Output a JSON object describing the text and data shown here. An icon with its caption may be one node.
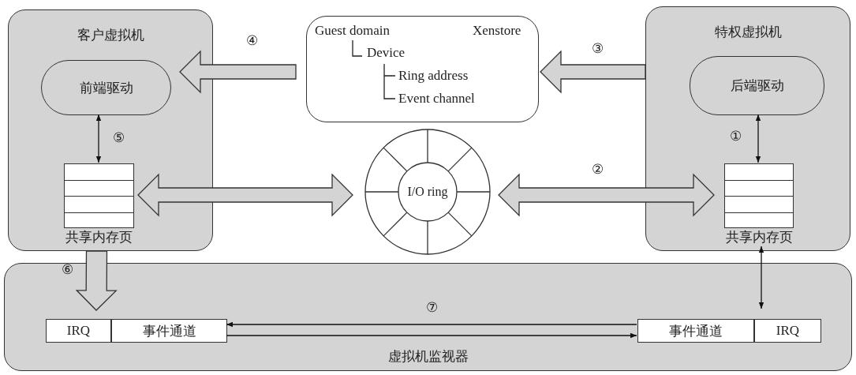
{
  "diagram": {
    "nodes": [
      {
        "text": [
          "客户虚拟机"
        ]
      },
      {
        "text": [
          "前端驱动"
        ],
        "in": 0
      },
      {
        "text": [
          "共享内存页"
        ],
        "in": 0
      },
      {
        "text": [
          "Guest domain",
          "Xenstore",
          "Device",
          "Ring address",
          "Event channel"
        ]
      },
      {
        "text": [
          "特权虚拟机"
        ]
      },
      {
        "text": [
          "后端驱动"
        ],
        "in": 4
      },
      {
        "text": [
          "共享内存页"
        ],
        "in": 4
      },
      {
        "text": [
          "I/O ring"
        ]
      },
      {
        "text": [
          "虚拟机监视器"
        ]
      },
      {
        "text": [
          "IRQ"
        ],
        "in": 8
      },
      {
        "text": [
          "事件通道"
        ],
        "in": 8
      },
      {
        "text": [
          "事件通道"
        ],
        "in": 8
      },
      {
        "text": [
          "IRQ"
        ],
        "in": 8
      }
    ],
    "edges": [
      {
        "from": 3,
        "to": 1,
        "arrow": "to",
        "label": "④",
        "style": "thick"
      },
      {
        "from": 4,
        "to": 3,
        "arrow": "to",
        "label": "③",
        "style": "thick"
      },
      {
        "from": 1,
        "to": 2,
        "arrow": "both",
        "label": "⑤"
      },
      {
        "from": 5,
        "to": 6,
        "arrow": "both",
        "label": "①"
      },
      {
        "from": 2,
        "to": 7,
        "arrow": "both",
        "style": "thick"
      },
      {
        "from": 7,
        "to": 6,
        "arrow": "both",
        "label": "②",
        "style": "thick"
      },
      {
        "from": 2,
        "to": 9,
        "arrow": "to",
        "label": "⑥",
        "style": "thick"
      },
      {
        "from": 6,
        "to": 12,
        "arrow": "both"
      },
      {
        "from": 11,
        "to": 10,
        "arrow": "to",
        "label": "⑦"
      },
      {
        "from": 10,
        "to": 11,
        "arrow": "to"
      }
    ]
  }
}
